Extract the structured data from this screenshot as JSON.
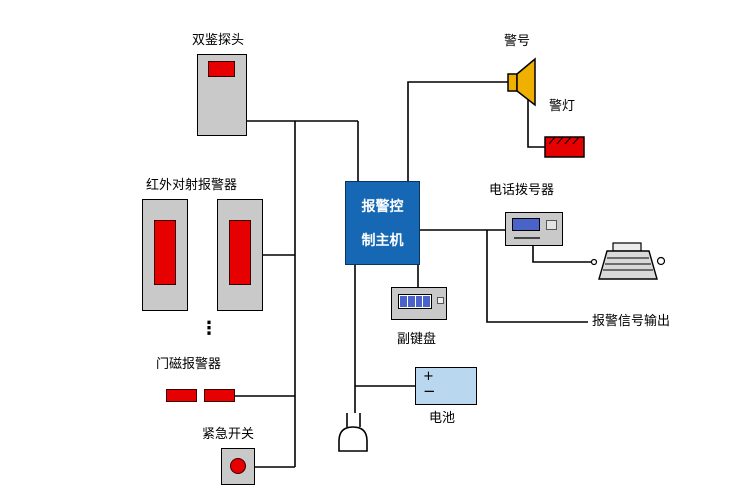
{
  "diagram": {
    "labels": {
      "dual_sensor": "双鉴探头",
      "infrared_beam": "红外对射报警器",
      "door_magnet": "门磁报警器",
      "emergency_switch": "紧急开关",
      "host_line1": "报警控",
      "host_line2": "制主机",
      "siren": "警号",
      "alarm_light": "警灯",
      "phone_dialer": "电话拨号器",
      "signal_output": "报警信号输出",
      "sub_keypad": "副键盘",
      "battery": "电池",
      "ellipsis": "⋮",
      "battery_plus": "+",
      "battery_minus": "−"
    },
    "colors": {
      "device_gray": "#c9c9c9",
      "alarm_red": "#e60000",
      "host_blue": "#1668b4",
      "battery_blue": "#b9d8ef",
      "speaker_yellow": "#efb000",
      "screen_blue": "#4a63c8",
      "wire_black": "#000000"
    },
    "connections": [
      "双鉴探头 → 报警控制主机",
      "红外对射报警器 → 报警控制主机",
      "门磁报警器 → 报警控制主机",
      "紧急开关 → 报警控制主机",
      "报警控制主机 → 警号",
      "警号 → 警灯",
      "报警控制主机 → 电话拨号器",
      "电话拨号器 → 电话机",
      "报警控制主机 → 报警信号输出",
      "报警控制主机 → 副键盘",
      "报警控制主机 → 电池",
      "报警控制主机 → 电源插头"
    ]
  }
}
